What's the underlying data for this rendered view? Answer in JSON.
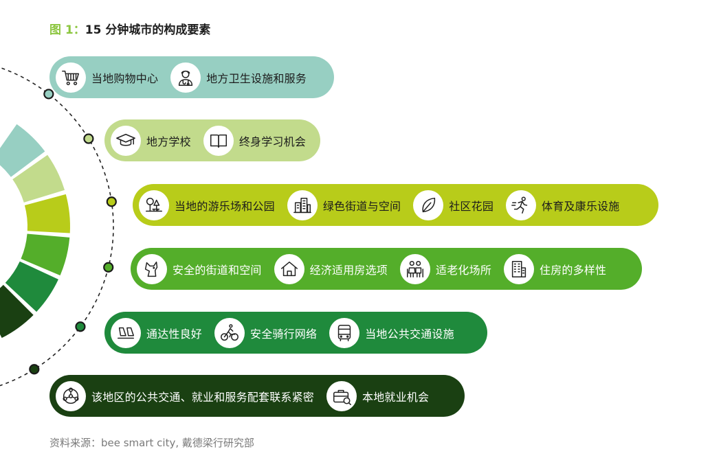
{
  "title": {
    "prefix": "图 1：",
    "text": "15 分钟城市的构成要素"
  },
  "bands": [
    {
      "color": "#97cfc2",
      "items": [
        {
          "label": "当地购物中心",
          "icon": "shopping-cart-icon"
        },
        {
          "label": "地方卫生设施和服务",
          "icon": "doctor-icon"
        }
      ]
    },
    {
      "color": "#c2db8c",
      "items": [
        {
          "label": "地方学校",
          "icon": "graduation-cap-icon"
        },
        {
          "label": "终身学习机会",
          "icon": "open-book-icon"
        }
      ]
    },
    {
      "color": "#b8cc1a",
      "items": [
        {
          "label": "当地的游乐场和公园",
          "icon": "park-icon"
        },
        {
          "label": "绿色街道与空间",
          "icon": "green-buildings-icon"
        },
        {
          "label": "社区花园",
          "icon": "leaf-icon"
        },
        {
          "label": "体育及康乐设施",
          "icon": "runner-icon"
        }
      ]
    },
    {
      "color": "#54ae2a",
      "items": [
        {
          "label": "安全的街道和空间",
          "icon": "shield-dog-icon"
        },
        {
          "label": "经济适用房选项",
          "icon": "house-icon"
        },
        {
          "label": "适老化场所",
          "icon": "elderly-couple-icon"
        },
        {
          "label": "住房的多样性",
          "icon": "apartment-building-icon"
        }
      ]
    },
    {
      "color": "#1f8a3c",
      "items": [
        {
          "label": "通达性良好",
          "icon": "walking-feet-icon"
        },
        {
          "label": "安全骑行网络",
          "icon": "cyclist-icon"
        },
        {
          "label": "当地公共交通设施",
          "icon": "bus-icon"
        }
      ]
    },
    {
      "color": "#1a4012",
      "items": [
        {
          "label": "该地区的公共交通、就业和服务配套联系紧密",
          "icon": "network-icon"
        },
        {
          "label": "本地就业机会",
          "icon": "briefcase-icon"
        }
      ]
    }
  ],
  "ring_colors": [
    "#97cfc2",
    "#c2db8c",
    "#b8cc1a",
    "#54ae2a",
    "#1f8a3c",
    "#1a4012"
  ],
  "source": "资料来源：bee smart city, 戴德梁行研究部"
}
